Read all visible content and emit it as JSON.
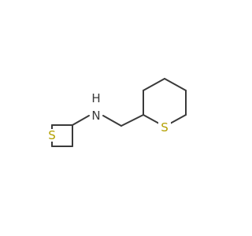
{
  "molecule": {
    "atoms": {
      "s_thietane": {
        "label": "S",
        "color": "#b3a000"
      },
      "nh": {
        "label": "N\nH",
        "color": "#3a3a3a"
      },
      "s_thiane": {
        "label": "S",
        "color": "#b3a000"
      }
    },
    "bond_color": "#3a3a3a"
  }
}
